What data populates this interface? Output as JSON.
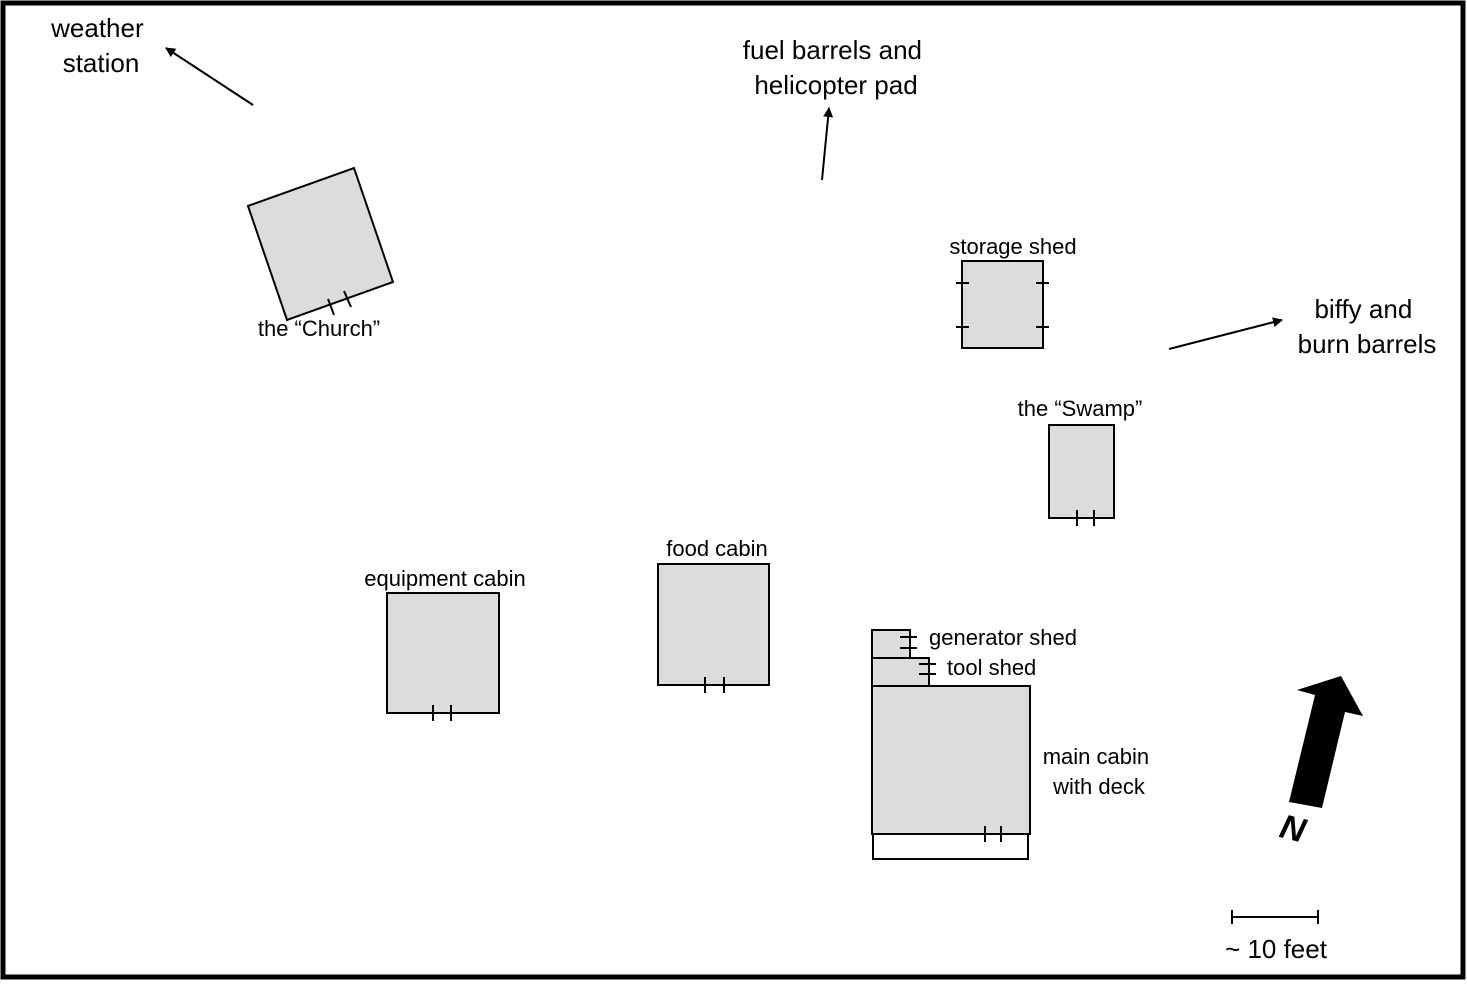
{
  "map": {
    "colors": {
      "background": "#ffffff",
      "building_fill": "#dcdcdc",
      "outline": "#000000"
    },
    "offsite": {
      "weather_station": [
        "weather",
        "station"
      ],
      "fuel_and_helipad": [
        "fuel barrels and",
        "helicopter pad"
      ],
      "biffy": [
        "biffy and",
        "burn barrels"
      ]
    },
    "buildings": {
      "church": "the “Church”",
      "storage_shed": "storage shed",
      "swamp": "the “Swamp”",
      "food_cabin": "food cabin",
      "equipment_cabin": "equipment cabin",
      "generator_shed": "generator shed",
      "tool_shed": "tool shed",
      "main_cabin": [
        "main cabin",
        "with deck"
      ]
    },
    "north_label": "N",
    "scale_label": "~ 10 feet"
  }
}
